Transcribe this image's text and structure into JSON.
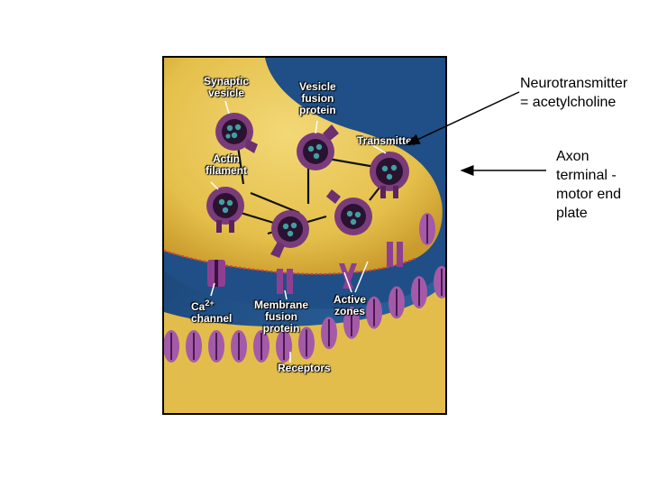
{
  "figure": {
    "labels": {
      "synaptic_vesicle": "Synaptic\nvesicle",
      "vesicle_fusion_protein": "Vesicle\nfusion\nprotein",
      "transmitter": "Transmitter",
      "actin_filament": "Actin\nfilament",
      "ca_channel_main": "Ca",
      "ca_channel_sup": "2+",
      "ca_channel_rest": "channel",
      "membrane_fusion_protein": "Membrane\nfusion\nprotein",
      "active_zones": "Active\nzones",
      "receptors": "Receptors"
    },
    "colors": {
      "background": "#1f4f86",
      "terminal": "#e4bf4a",
      "vesicle": "#7a3b7a",
      "vesicle_core": "#2a1230",
      "transmitter_dot": "#3fa0a0",
      "receptor": "#a45aa8"
    }
  },
  "annotations": {
    "neurotransmitter": "Neurotransmitter\n= acetylcholine",
    "axon_terminal": "Axon\nterminal  -\nmotor end\nplate"
  }
}
